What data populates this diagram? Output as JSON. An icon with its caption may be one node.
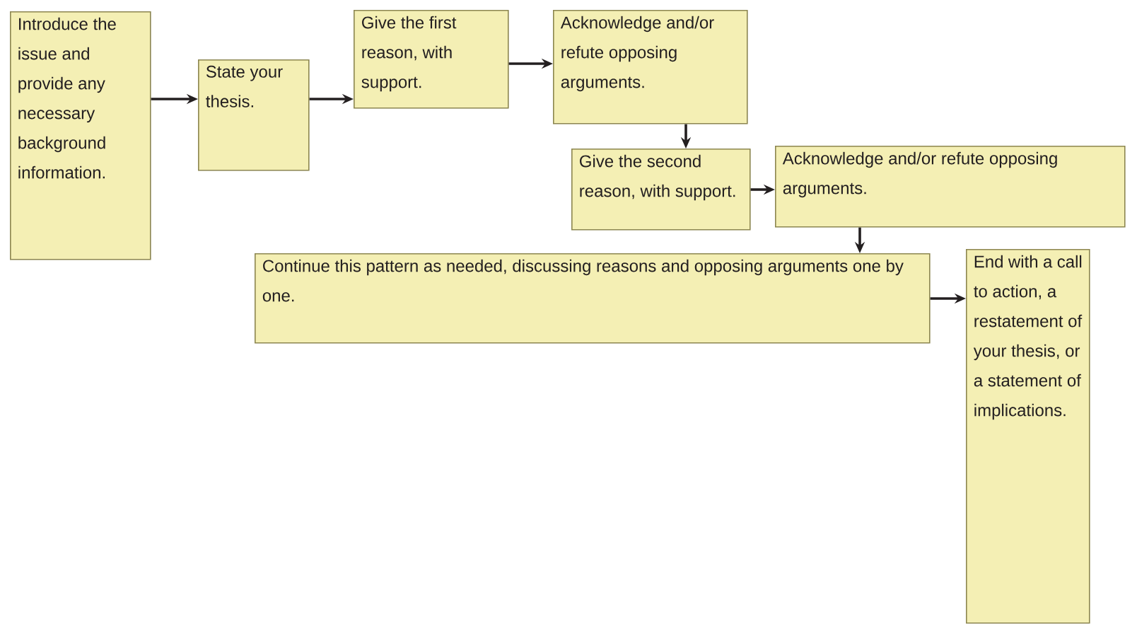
{
  "diagram": {
    "nodes": [
      {
        "text": [
          "Introduce the issue and provide any necessary background information."
        ]
      },
      {
        "text": [
          "State your thesis."
        ]
      },
      {
        "text": [
          "Give the first reason, with support."
        ]
      },
      {
        "text": [
          "Acknowledge and/or refute opposing arguments."
        ]
      },
      {
        "text": [
          "Give the second reason, with support."
        ]
      },
      {
        "text": [
          "Acknowledge and/or refute opposing arguments."
        ]
      },
      {
        "text": [
          "Continue this pattern as needed, discussing reasons and opposing arguments one by one."
        ]
      },
      {
        "text": [
          "End with a call to action, a restatement of your thesis, or a statement of implications."
        ]
      }
    ],
    "edges": [
      {
        "from": 0,
        "to": 1,
        "arrow": "to"
      },
      {
        "from": 1,
        "to": 2,
        "arrow": "to"
      },
      {
        "from": 2,
        "to": 3,
        "arrow": "to"
      },
      {
        "from": 3,
        "to": 4,
        "arrow": "to"
      },
      {
        "from": 4,
        "to": 5,
        "arrow": "to"
      },
      {
        "from": 5,
        "to": 6,
        "arrow": "to"
      },
      {
        "from": 6,
        "to": 7,
        "arrow": "to"
      }
    ]
  }
}
